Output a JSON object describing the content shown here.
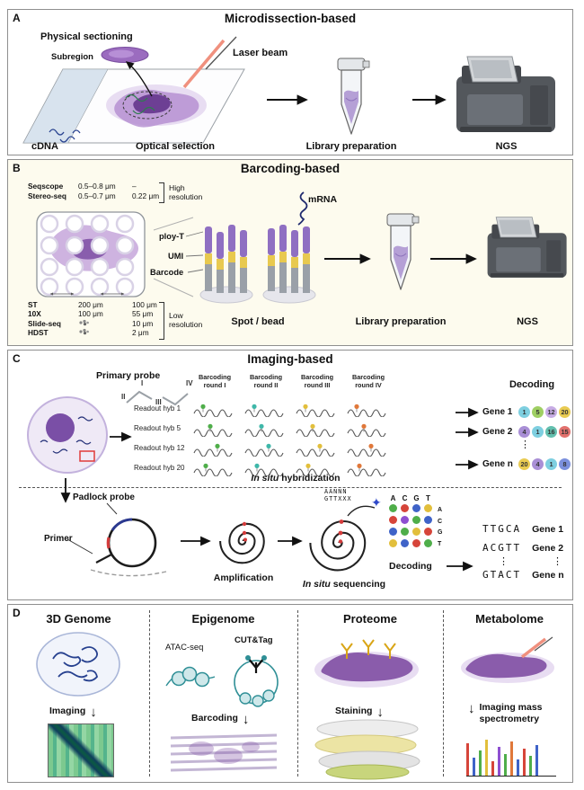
{
  "icons": {
    "down_arrow": "↓",
    "star": "✦"
  },
  "a": {
    "label": "A",
    "title": "Microdissection-based",
    "physical_sectioning": "Physical sectioning",
    "subregion": "Subregion",
    "laser_beam": "Laser beam",
    "cdna": "cDNA",
    "optical_selection": "Optical selection",
    "library_preparation": "Library preparation",
    "ngs": "NGS"
  },
  "b": {
    "label": "B",
    "title": "Barcoding-based",
    "high_table": {
      "rows": [
        {
          "name": "Seqscope",
          "spot": "0.5–0.8 μm",
          "pitch": "–"
        },
        {
          "name": "Stereo-seq",
          "spot": "0.5–0.7 μm",
          "pitch": "0.22 μm"
        }
      ],
      "caption": "High resolution"
    },
    "low_table": {
      "rows": [
        {
          "name": "ST",
          "spot": "200 μm",
          "pitch": "100 μm"
        },
        {
          "name": "10X",
          "spot": "100 μm",
          "pitch": "55 μm"
        },
        {
          "name": "Slide-seq",
          "pitch": "10 μm"
        },
        {
          "name": "HDST",
          "pitch": "2 μm"
        }
      ],
      "caption": "Low resolution"
    },
    "ploy_t": "ploy-T",
    "umi": "UMI",
    "barcode": "Barcode",
    "mrna": "mRNA",
    "spot_bead": "Spot / bead",
    "library_preparation": "Library preparation",
    "ngs": "NGS"
  },
  "c": {
    "label": "C",
    "title": "Imaging-based",
    "primary_probe": "Primary probe",
    "probe_numerals": [
      "I",
      "II",
      "III",
      "IV"
    ],
    "round_headers": [
      "Barcoding round I",
      "Barcoding round II",
      "Barcoding round III",
      "Barcoding round IV"
    ],
    "readout_labels": [
      "Readout hyb 1",
      "Readout hyb 5",
      "Readout hyb 12",
      "Readout hyb 20"
    ],
    "in_situ_hyb_prefix": "In situ",
    "in_situ_hyb_suffix": " hybridization",
    "decoding_top": "Decoding",
    "genes": [
      {
        "name": "Gene 1",
        "codes": [
          "1",
          "5",
          "12",
          "20"
        ]
      },
      {
        "name": "Gene 2",
        "codes": [
          "4",
          "1",
          "16",
          "15"
        ]
      },
      {
        "name": "Gene n",
        "codes": [
          "20",
          "4",
          "1",
          "8"
        ]
      }
    ],
    "ellipsis": "⋮",
    "code_colors": {
      "1": "#7ecfe0",
      "4": "#a98fd6",
      "5": "#9fcf63",
      "8": "#7b90dd",
      "12": "#c7ace4",
      "15": "#e2716d",
      "16": "#63bfae",
      "20": "#e9cb52"
    },
    "padlock_probe": "Padlock probe",
    "primer": "Primer",
    "amplification": "Amplification",
    "in_situ_seq_prefix": "In situ",
    "in_situ_seq_suffix": " sequencing",
    "seq_top": "AANNN",
    "seq_bottom": "GTTXXX",
    "matrix_header": [
      "A",
      "C",
      "G",
      "T"
    ],
    "matrix_side": [
      "A",
      "C",
      "G",
      "T"
    ],
    "matrix_dot_colors": [
      "#4fae4a",
      "#d6453a",
      "#3f63c8",
      "#e2bf3c",
      "#d6453a",
      "#8e4fd1",
      "#4fae4a",
      "#3f63c8",
      "#3f63c8",
      "#4fae4a",
      "#e2bf3c",
      "#d6453a",
      "#e2bf3c",
      "#3f63c8",
      "#d6453a",
      "#4fae4a"
    ],
    "decoding_bottom": "Decoding",
    "reads": [
      {
        "seq": "TTGCA",
        "gene": "Gene 1"
      },
      {
        "seq": "ACGTT",
        "gene": "Gene 2"
      },
      {
        "seq": "GTACT",
        "gene": "Gene n"
      }
    ],
    "reads_ellipsis": "⋮"
  },
  "d": {
    "label": "D",
    "col1": {
      "title": "3D Genome",
      "step": "Imaging"
    },
    "col2": {
      "title": "Epigenome",
      "atac": "ATAC-seq",
      "cuttag": "CUT&Tag",
      "step": "Barcoding"
    },
    "col3": {
      "title": "Proteome",
      "step": "Staining"
    },
    "col4": {
      "title": "Metabolome",
      "step": "Imaging mass spectrometry"
    },
    "peaks": [
      {
        "h": 36,
        "c": "#d6453a"
      },
      {
        "h": 20,
        "c": "#3f63c8"
      },
      {
        "h": 28,
        "c": "#4fae4a"
      },
      {
        "h": 40,
        "c": "#e2bf3c"
      },
      {
        "h": 16,
        "c": "#d6453a"
      },
      {
        "h": 32,
        "c": "#8e4fd1"
      },
      {
        "h": 24,
        "c": "#4fae4a"
      },
      {
        "h": 38,
        "c": "#e0783a"
      },
      {
        "h": 18,
        "c": "#3f63c8"
      },
      {
        "h": 30,
        "c": "#d6453a"
      },
      {
        "h": 22,
        "c": "#4fae4a"
      },
      {
        "h": 34,
        "c": "#3f63c8"
      }
    ]
  }
}
